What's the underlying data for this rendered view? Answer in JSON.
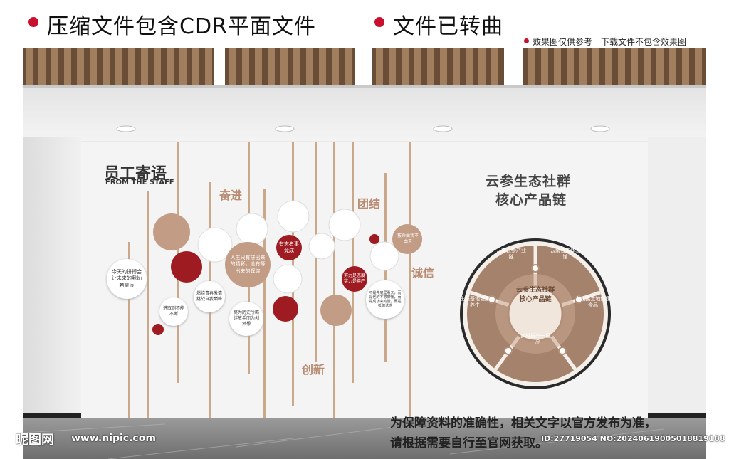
{
  "header": {
    "left_title": "压缩文件包含CDR平面文件",
    "right_title": "文件已转曲",
    "note": "效果图仅供参考　下载文件不包含效果图",
    "colors": {
      "bullet": "#c8102e",
      "text": "#111111"
    }
  },
  "wall": {
    "staff_title": "员工寄语",
    "staff_subtitle": "FROM THE STAFF",
    "keywords": [
      "奋进",
      "团结",
      "诚信",
      "创新"
    ],
    "bubbles": [
      "今天的拼搏会让未来的我灿若星辰",
      "进取则不能不断",
      "燃烧青春激情挑战自我巅峰",
      "莫为历史所羁绊放手而为创梦想",
      "人生只有拼出来的精彩，没有等出来的辉煌",
      "有志者事竟成",
      "努力是态度实力是尊严",
      "不是井底里看天，而是他的不够慷慨，而是成功来的慢，而是抵御诱惑",
      "拔命由我不由天"
    ],
    "right_title_line1": "云参生态社群",
    "right_title_line2": "核心产品链",
    "center_label_line1": "云参生态社群",
    "center_label_line2": "核心产品链",
    "segments": [
      {
        "title": "云南云参产业链"
      },
      {
        "title": "云南名茶体验馆"
      },
      {
        "title": "东北黑土地健康食品"
      },
      {
        "title": "乡村振兴一县一品"
      },
      {
        "title": "生态基地健康养生"
      }
    ],
    "colors": {
      "accent_red": "#9e1b22",
      "tan": "#b98c73",
      "brown_dark": "#7a5a4a",
      "wall": "#f2f2f2",
      "slat": "#8b6a4e"
    }
  },
  "footer": {
    "notice_line1": "为保障资料的准确性，相关文字以官方发布为准，",
    "notice_line2": "请根据需要自行至官网获取。",
    "logo_text": "昵图网",
    "site_url": "www.nipic.com",
    "id_text": "ID:27719054 NO:20240619005018819108"
  }
}
